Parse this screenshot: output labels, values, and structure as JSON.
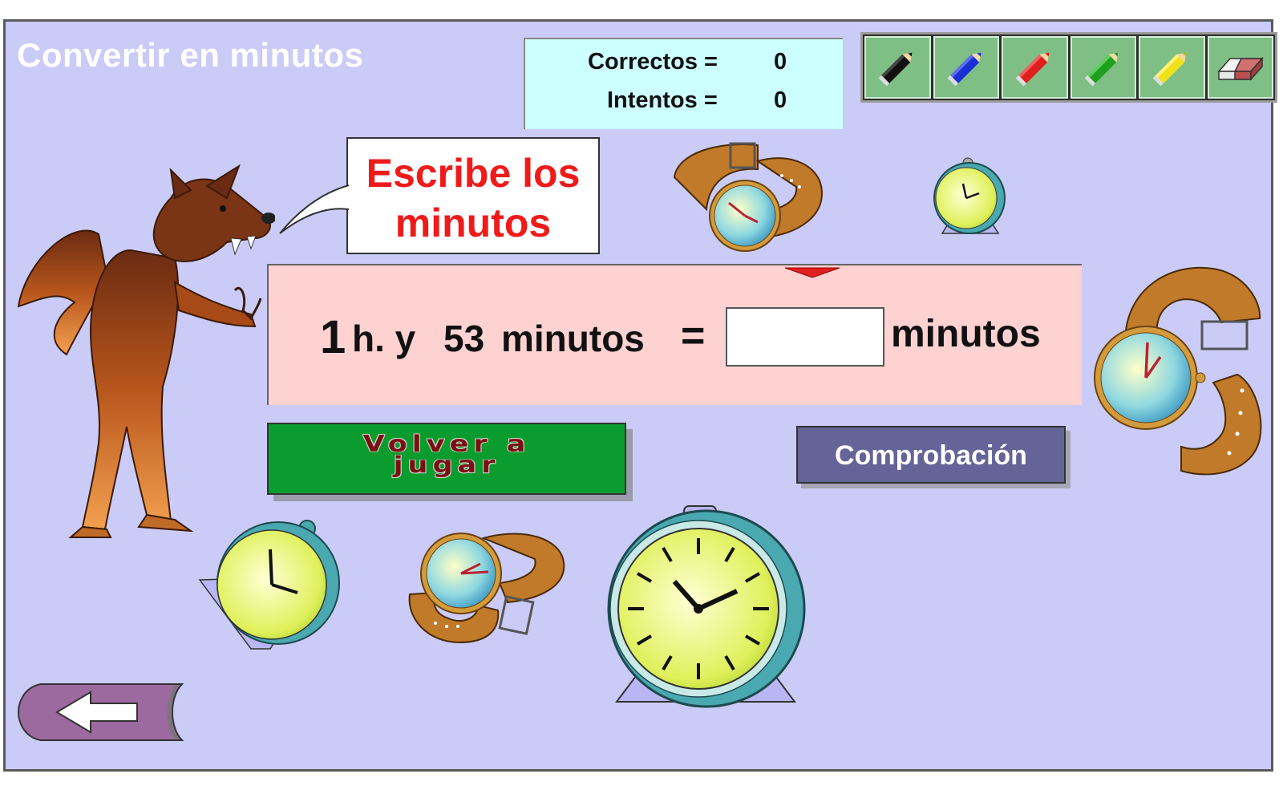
{
  "title": "Convertir en minutos",
  "score": {
    "correct_label": "Correctos =",
    "correct_value": "0",
    "attempts_label": "Intentos =",
    "attempts_value": "0"
  },
  "toolbar": {
    "tools": [
      {
        "icon": "black-pencil-icon",
        "color": "#111111"
      },
      {
        "icon": "blue-pencil-icon",
        "color": "#1a2fd6"
      },
      {
        "icon": "red-pencil-icon",
        "color": "#e01e1e"
      },
      {
        "icon": "green-pencil-icon",
        "color": "#1ea01e"
      },
      {
        "icon": "yellow-pencil-icon",
        "color": "#f0e21a"
      },
      {
        "icon": "eraser-icon",
        "color": "#c06060"
      }
    ]
  },
  "bubble": {
    "line1": "Escribe los",
    "line2": "minutos"
  },
  "equation": {
    "hours": "1",
    "hours_unit": "h. y",
    "minutes": "53",
    "minutes_unit": "minutos",
    "equals": "=",
    "answer_value": "",
    "result_unit": "minutos"
  },
  "buttons": {
    "replay_line1": "Volver a",
    "replay_line2": "jugar",
    "check": "Comprobación"
  },
  "colors": {
    "background": "#cbcbf7",
    "equation_panel": "#ffd2d2",
    "score_panel": "#ccffff",
    "replay_button": "#0a9c2e",
    "check_button": "#646498",
    "bubble_text": "#ef1b1b"
  }
}
